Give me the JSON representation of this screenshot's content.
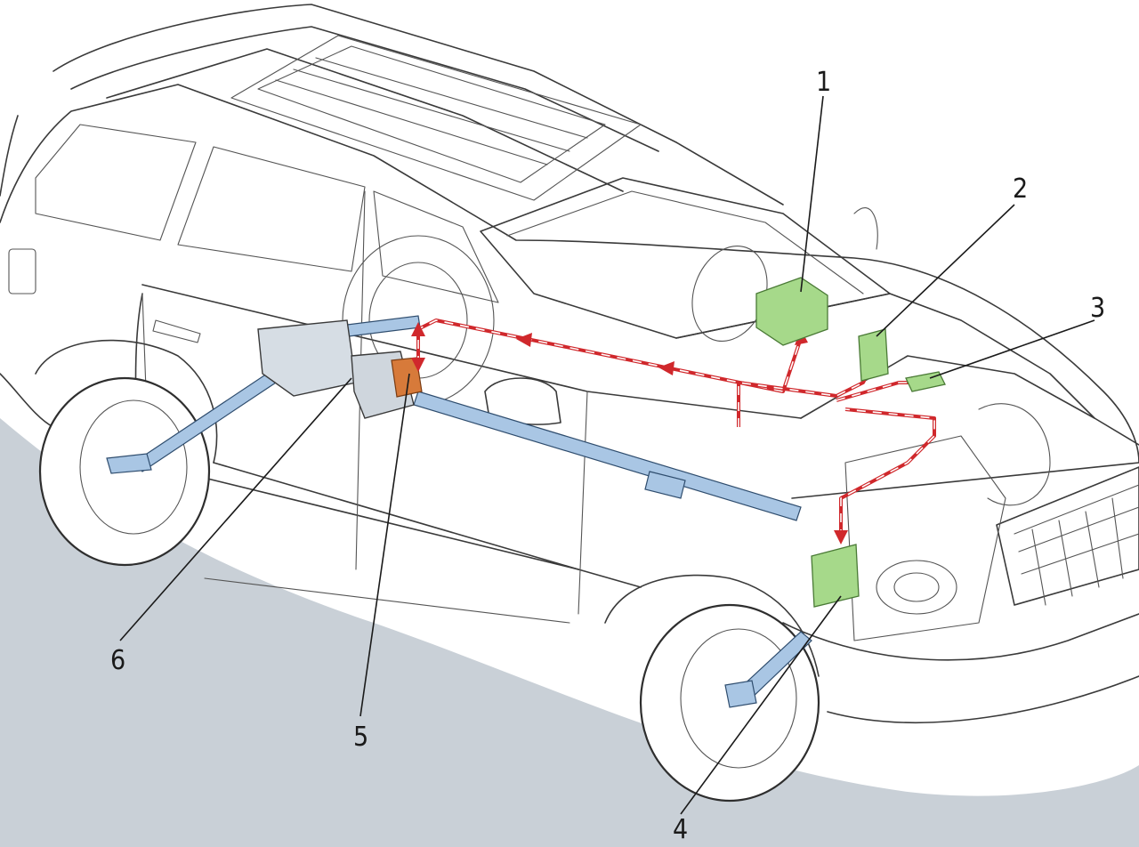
{
  "callouts": [
    {
      "id": "1",
      "label": "1"
    },
    {
      "id": "2",
      "label": "2"
    },
    {
      "id": "3",
      "label": "3"
    },
    {
      "id": "4",
      "label": "4"
    },
    {
      "id": "5",
      "label": "5"
    },
    {
      "id": "6",
      "label": "6"
    }
  ],
  "colors": {
    "can_bus": "#d0282c",
    "control_module": "#a6d98a",
    "drivetrain": "#a9c6e4",
    "shadow": "#c9d0d7"
  }
}
